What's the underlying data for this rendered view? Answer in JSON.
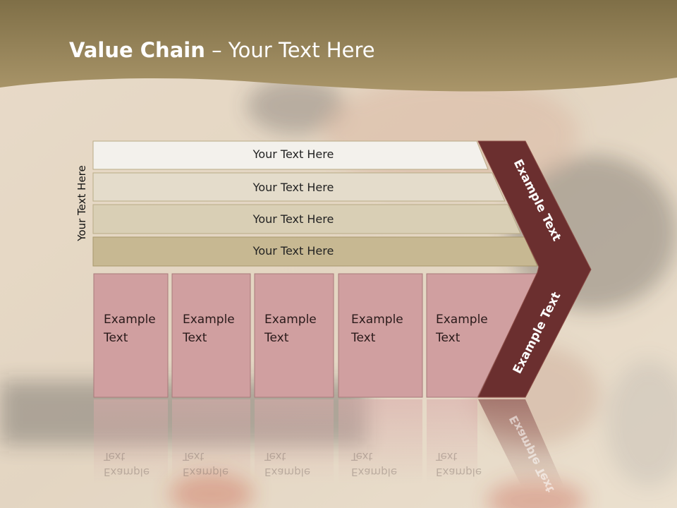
{
  "title": {
    "bold": "Value Chain",
    "rest": " – Your Text Here"
  },
  "side_label": "Your Text Here",
  "bars": [
    {
      "label": "Your Text Here",
      "color": "#f3f1ec"
    },
    {
      "label": "Your Text Here",
      "color": "#e4dccb"
    },
    {
      "label": "Your Text Here",
      "color": "#d9cfb5"
    },
    {
      "label": "Your Text Here",
      "color": "#c7b892"
    }
  ],
  "cells": [
    {
      "line1": "Example",
      "line2": "Text"
    },
    {
      "line1": "Example",
      "line2": "Text"
    },
    {
      "line1": "Example",
      "line2": "Text"
    },
    {
      "line1": "Example",
      "line2": "Text"
    },
    {
      "line1": "Example",
      "line2": "Text"
    }
  ],
  "chevron_upper_label": "Example Text",
  "chevron_lower_label": "Example Text",
  "colors": {
    "header": "#9c8a5c",
    "cell_fill": "#d09fa0",
    "chevron_fill": "#6b2f2f"
  }
}
